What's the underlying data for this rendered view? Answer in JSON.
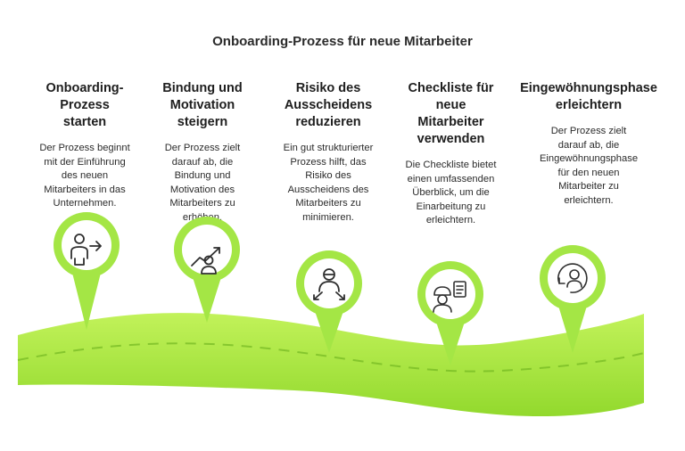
{
  "title": "Onboarding-Prozess für neue Mitarbeiter",
  "colors": {
    "road_light": "#b5ec4a",
    "road_dark": "#8fd42b",
    "pin_ring": "#9be23a",
    "pin_inner": "#ffffff",
    "icon": "#2f2f2f"
  },
  "steps": [
    {
      "title": [
        "Onboarding-",
        "Prozess",
        "starten"
      ],
      "description": [
        "Der Prozess beginnt",
        "mit der Einführung",
        "des neuen",
        "Mitarbeiters in das",
        "Unternehmen."
      ],
      "icon": "person-arrow-icon"
    },
    {
      "title": [
        "Bindung und",
        "Motivation",
        "steigern"
      ],
      "description": [
        "Der Prozess zielt",
        "darauf ab, die",
        "Bindung und",
        "Motivation des",
        "Mitarbeiters zu",
        "erhöhen."
      ],
      "icon": "person-growth-icon"
    },
    {
      "title": [
        "Risiko des",
        "Ausscheidens",
        "reduzieren"
      ],
      "description": [
        "Ein gut strukturierter",
        "Prozess hilft, das",
        "Risiko des",
        "Ausscheidens des",
        "Mitarbeiters zu",
        "minimieren."
      ],
      "icon": "person-arrows-icon"
    },
    {
      "title": [
        "Checkliste für",
        "neue",
        "Mitarbeiter",
        "verwenden"
      ],
      "description": [
        "Die Checkliste bietet",
        "einen umfassenden",
        "Überblick, um die",
        "Einarbeitung zu",
        "erleichtern."
      ],
      "icon": "worker-checklist-icon"
    },
    {
      "title": [
        "Eingewöhnungsphase",
        "erleichtern"
      ],
      "description": [
        "Der Prozess zielt",
        "darauf ab, die",
        "Eingewöhnungsphase",
        "für den neuen",
        "Mitarbeiter zu",
        "erleichtern."
      ],
      "icon": "person-cycle-icon"
    }
  ]
}
